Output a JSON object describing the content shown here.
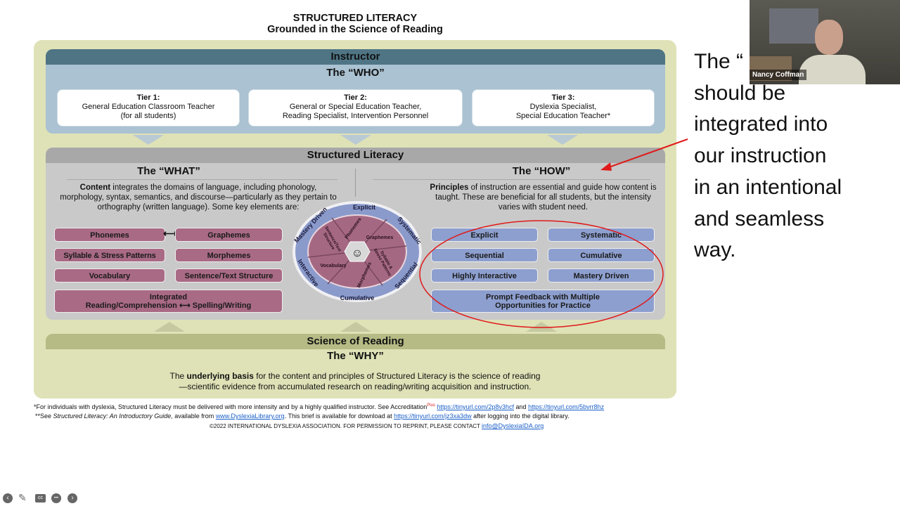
{
  "slide": {
    "title": "STRUCTURED LITERACY",
    "subtitle": "Grounded in the Science of Reading",
    "instructor": {
      "header": "Instructor",
      "sub": "The “WHO”",
      "tiers": [
        {
          "label": "Tier 1:",
          "text1": "General Education Classroom Teacher",
          "text2": "(for all students)"
        },
        {
          "label": "Tier 2:",
          "text1": "General or Special Education Teacher,",
          "text2": "Reading Specialist, Intervention Personnel"
        },
        {
          "label": "Tier 3:",
          "text1": "Dyslexia Specialist,",
          "text2": "Special Education Teacher*"
        }
      ]
    },
    "structured_literacy": {
      "header": "Structured Literacy",
      "what": {
        "title": "The “WHAT”",
        "lead": "Content",
        "text": " integrates the domains of language, including phonology, morphology, syntax, semantics, and discourse—particularly as they pertain to orthography (written language). Some key elements are:",
        "items": [
          "Phonemes",
          "Graphemes",
          "Syllable & Stress Patterns",
          "Morphemes",
          "Vocabulary",
          "Sentence/Text Structure"
        ],
        "integrated_1": "Integrated",
        "integrated_2": "Reading/Comprehension ⟷ Spelling/Writing",
        "arrow": "⟷"
      },
      "how": {
        "title": "The “HOW”",
        "lead": "Principles",
        "text": " of instruction are essential and guide how content is taught. These are beneficial for all students, but the intensity varies with student need.",
        "items": [
          "Explicit",
          "Systematic",
          "Sequential",
          "Cumulative",
          "Highly Interactive",
          "Mastery Driven"
        ],
        "wide": "Prompt Feedback with Multiple Opportunities for Practice"
      },
      "wheel": {
        "outer": [
          "Explicit",
          "Systematic",
          "Sequential",
          "Cumulative",
          "Interactive",
          "Mastery Driven"
        ],
        "inner": [
          "Phonemes",
          "Graphemes",
          "Syllable & Stress Patterns",
          "Morphemes",
          "Vocabulary",
          "Sentence/Text Structure"
        ]
      }
    },
    "science": {
      "header": "Science of Reading",
      "sub": "The “WHY”",
      "pre": "The ",
      "bold": "underlying basis",
      "post": " for the content and principles of Structured Literacy is the science of reading",
      "line2": "—scientific evidence from accumulated research on reading/writing acquisition and instruction."
    },
    "footnotes": {
      "n1": "*For individuals with dyslexia, Structured Literacy must be delivered with more intensity and by a highly qualified instructor.  See Accreditation",
      "plus": "Plus",
      "link1": "https://tinyurl.com/2p8v3hcf",
      "and": " and ",
      "link2": "https://tinyurl.com/5bvrr8hz",
      "n2a": "**See ",
      "n2i": "Structured Literacy: An Introductory Guide,",
      "n2b": " available from ",
      "link3": "www.DyslexiaLibrary.org",
      "n2c": ". This brief is available for download at ",
      "link4": "https://tinyurl.com/jz3xa3dw",
      "n2d": " after logging into the digital library.",
      "copyright": "©2022 INTERNATIONAL DYSLEXIA ASSOCIATION. FOR PERMISSION TO REPRINT, PLEASE CONTACT ",
      "email": "info@DyslexiaIDA.org"
    },
    "side_text": [
      "The “",
      "should be",
      "integrated into",
      "our instruction",
      "in an intentional",
      "and seamless",
      "way."
    ],
    "annotation_color": "#e01a1a"
  },
  "video": {
    "participant_name": "Nancy Coffman"
  },
  "controls": {
    "icons": [
      "previous-icon",
      "pen-icon",
      "captions-icon",
      "more-icon",
      "next-icon"
    ],
    "cc": "cc",
    "more": "•••"
  }
}
